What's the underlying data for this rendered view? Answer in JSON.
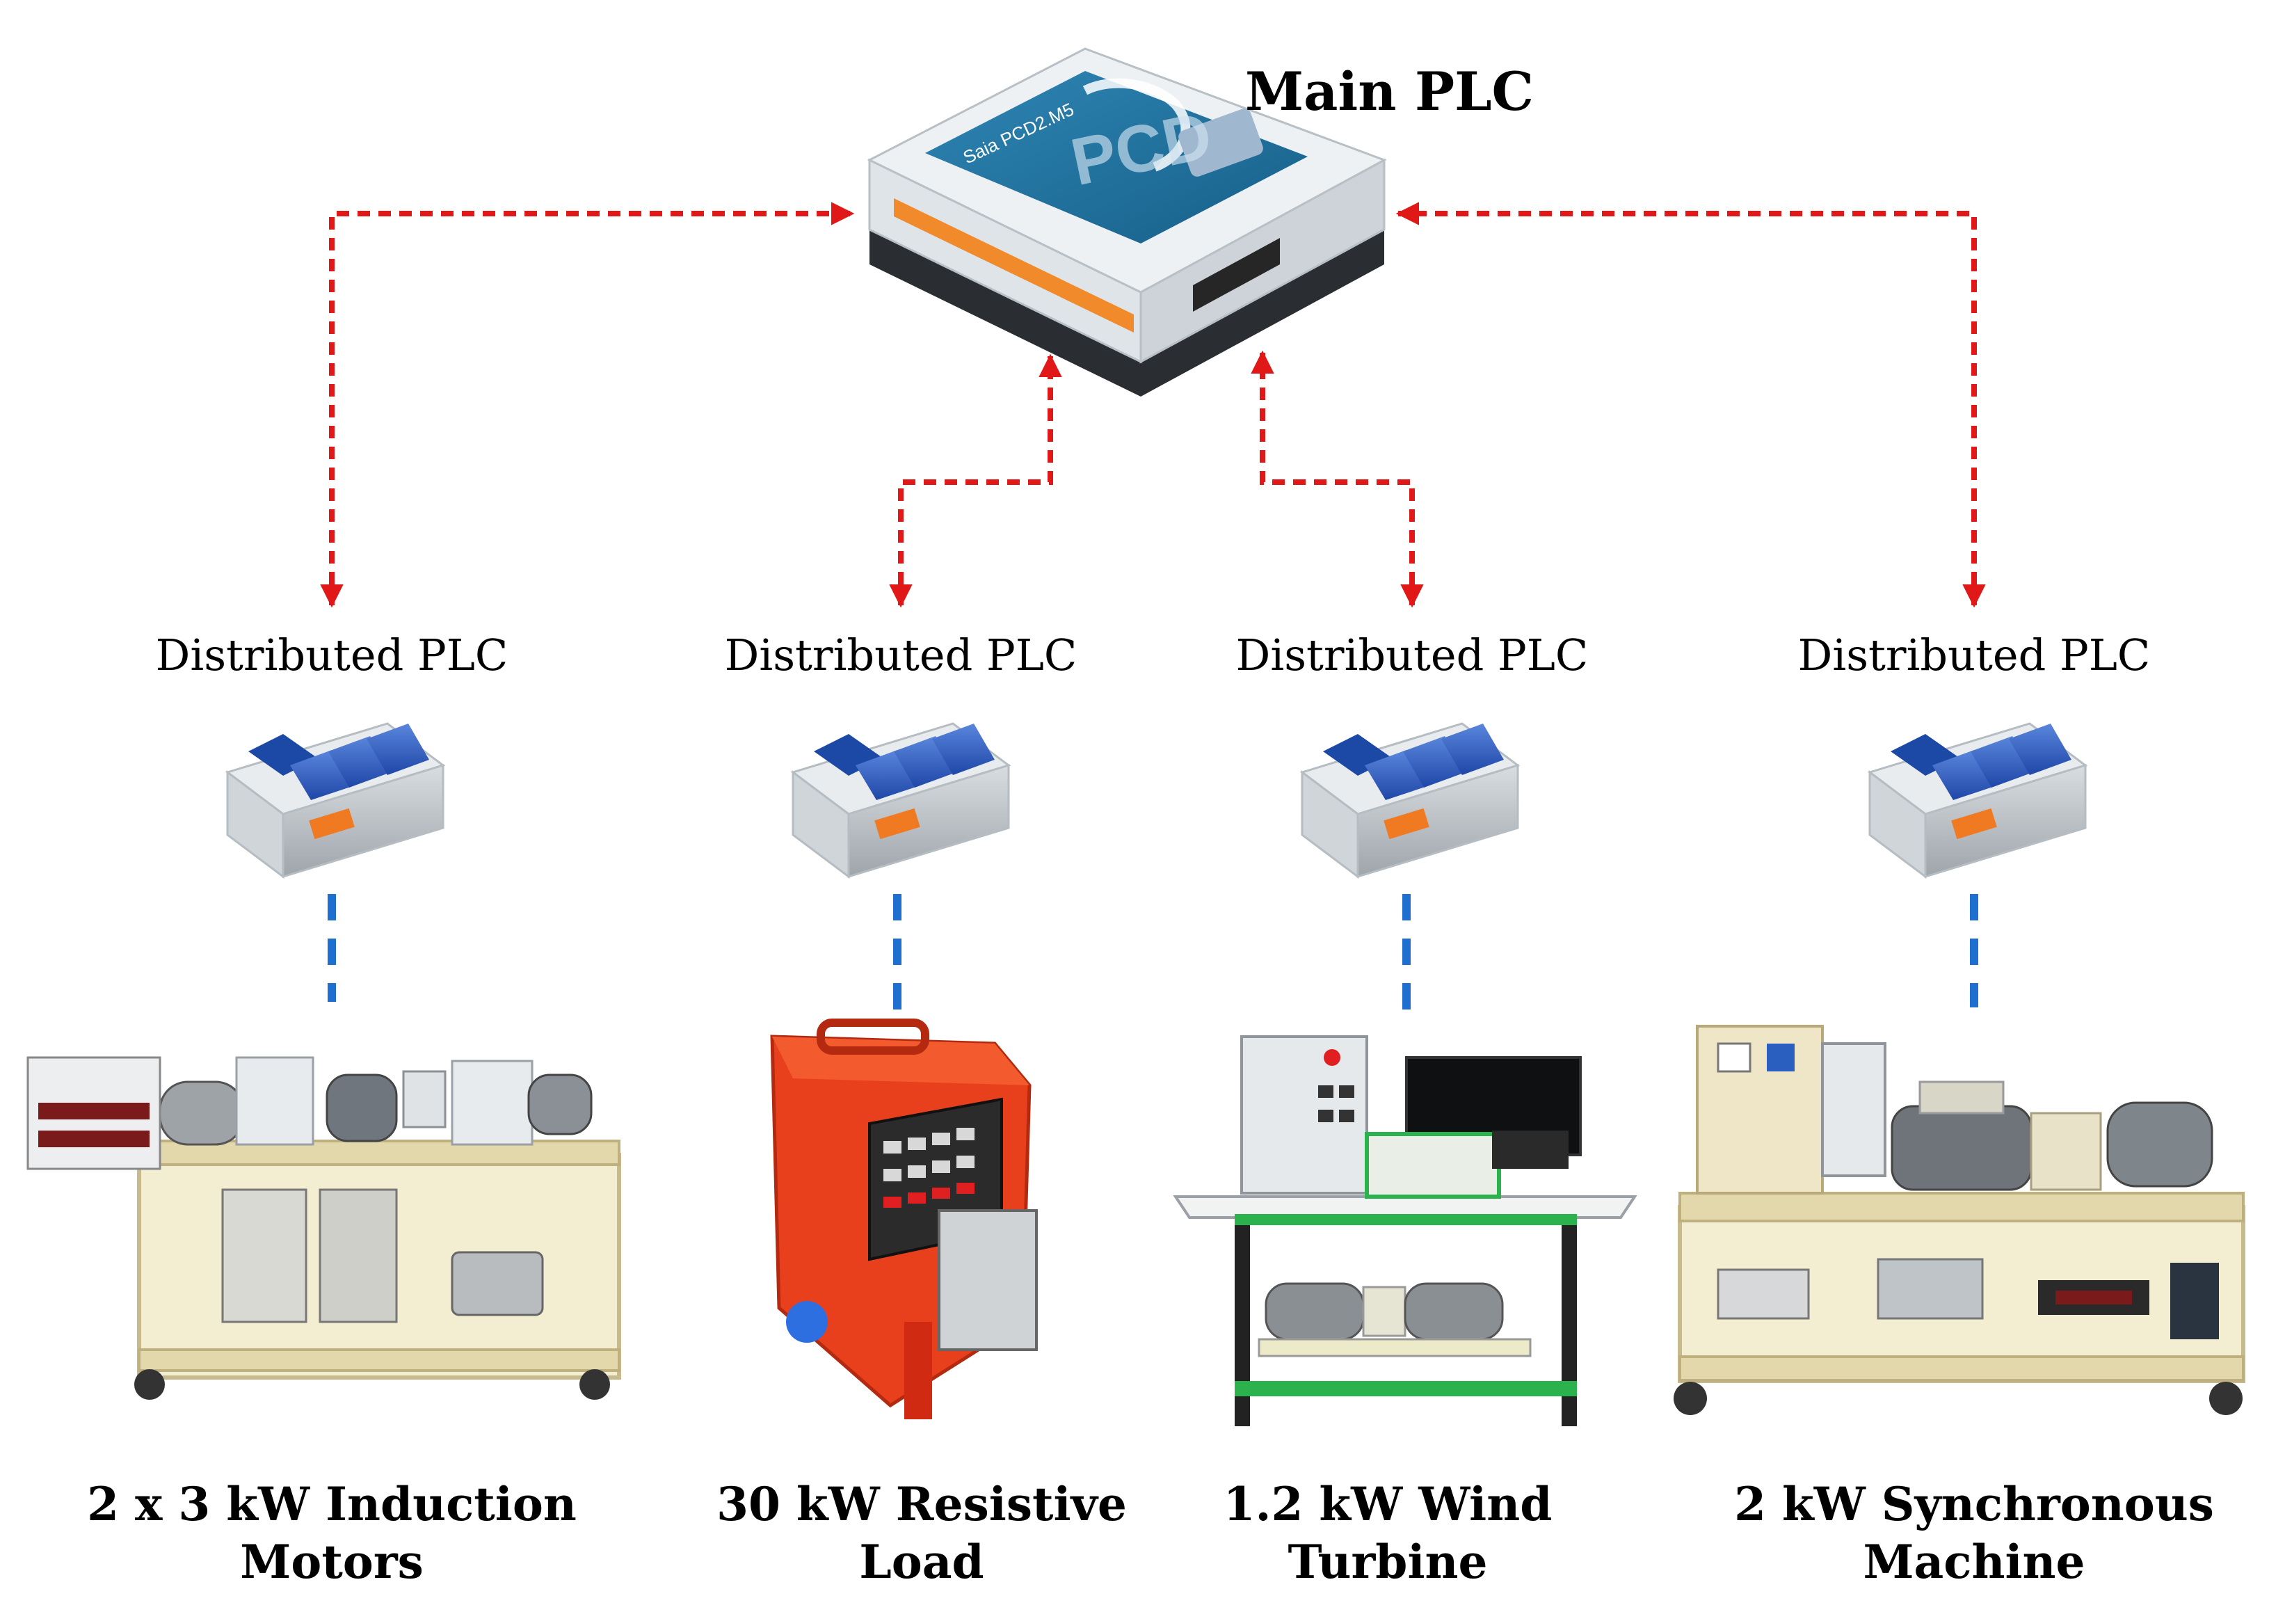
{
  "main_plc": {
    "label": "Main PLC",
    "device_text": "Saia PCD2.M5",
    "logo_text": "PCD"
  },
  "distributed_label": "Distributed PLC",
  "stations": [
    {
      "caption_line1": "2 x 3 kW Induction",
      "caption_line2": "Motors"
    },
    {
      "caption_line1": "30 kW Resistive",
      "caption_line2": "Load"
    },
    {
      "caption_line1": "1.2 kW Wind",
      "caption_line2": "Turbine"
    },
    {
      "caption_line1": "2 kW Synchronous",
      "caption_line2": "Machine"
    }
  ],
  "colors": {
    "link_red": "#e01818",
    "link_blue": "#1f6fd0",
    "plc_blue": "#1f6f9a",
    "module_blue": "#2a55b8",
    "load_red": "#e8401c",
    "bench_beige": "#efe7c8"
  }
}
